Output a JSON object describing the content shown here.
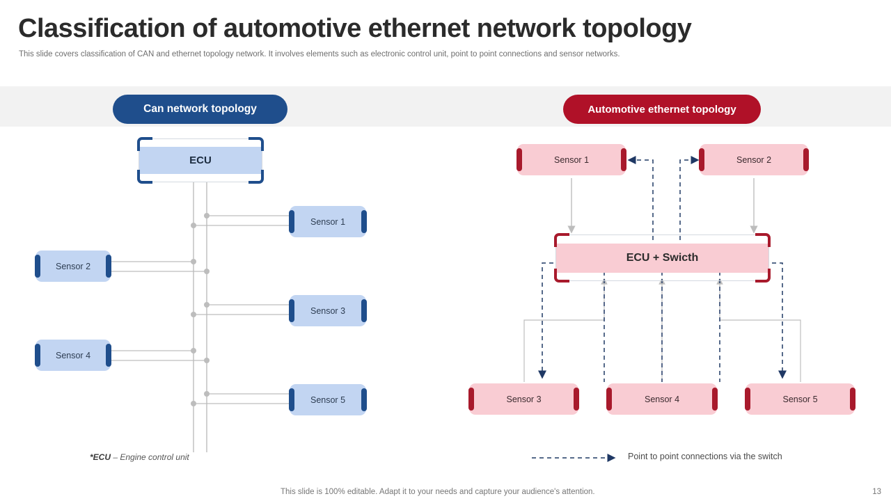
{
  "header": {
    "title": "Classification of automotive ethernet network topology",
    "subtitle": "This slide covers classification of CAN and ethernet topology network. It involves elements such as electronic control unit, point to point connections and sensor networks."
  },
  "panels": {
    "left": {
      "pill_label": "Can network topology",
      "hub": {
        "label": "ECU"
      },
      "nodes": [
        {
          "label": "Sensor 1"
        },
        {
          "label": "Sensor 2"
        },
        {
          "label": "Sensor 3"
        },
        {
          "label": "Sensor 4"
        },
        {
          "label": "Sensor 5"
        }
      ],
      "footnote_term": "*ECU",
      "footnote_text": " – Engine control unit"
    },
    "right": {
      "pill_label": "Automotive ethernet topology",
      "hub": {
        "label": "ECU + Swicth"
      },
      "nodes": [
        {
          "label": "Sensor 1"
        },
        {
          "label": "Sensor 2"
        },
        {
          "label": "Sensor 3"
        },
        {
          "label": "Sensor 4"
        },
        {
          "label": "Sensor 5"
        }
      ],
      "legend_label": "Point to point connections via the switch"
    }
  },
  "footer": {
    "note": "This slide is 100% editable. Adapt it to your needs and capture your audience's attention.",
    "page_number": "13"
  },
  "colors": {
    "band": "#f2f2f2",
    "blue_accent": "#1f4e8c",
    "blue_fill": "#c2d5f2",
    "red_accent": "#b01128",
    "red_dark": "#a81a2c",
    "pink_fill": "#f9ccd3",
    "wire_grey": "#b0b0b0",
    "dash_navy": "#1f3864"
  }
}
